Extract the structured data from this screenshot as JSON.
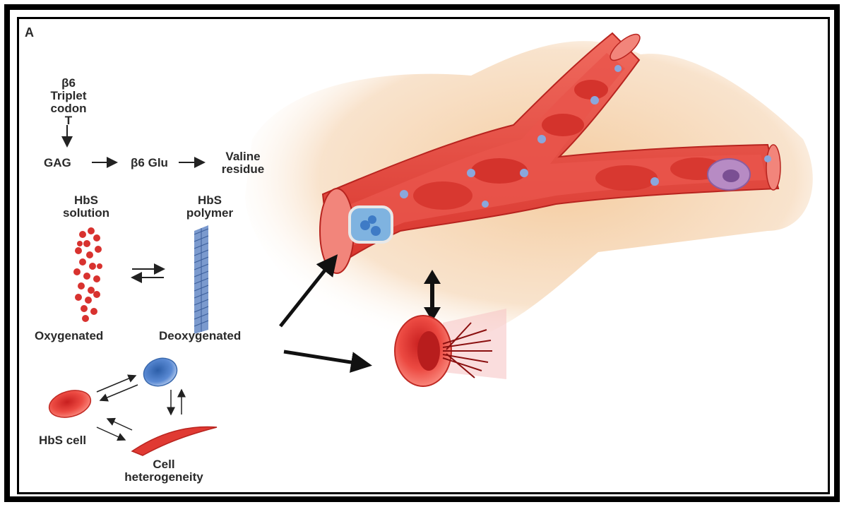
{
  "panel_letter": "A",
  "mutation": {
    "codon_title": "β6",
    "triplet_line1": "Triplet",
    "triplet_line2": "codon",
    "base": "T",
    "gag": "GAG",
    "glu": "β6 Glu",
    "valine_line1": "Valine",
    "valine_line2": "residue"
  },
  "hbs": {
    "solution_line1": "HbS",
    "solution_line2": "solution",
    "polymer_line1": "HbS",
    "polymer_line2": "polymer",
    "oxygenated": "Oxygenated",
    "deoxygenated": "Deoxygenated"
  },
  "cells": {
    "hbs_cell": "HbS cell",
    "heterogeneity_line1": "Cell",
    "heterogeneity_line2": "heterogeneity"
  },
  "colors": {
    "vessel": "#e8463e",
    "vessel_dark": "#b8241f",
    "halo": "#f7d9b4",
    "oxy_dot": "#d8322f",
    "polymer": "#6d8fc9",
    "blue_cell": "#4a7cc8"
  }
}
